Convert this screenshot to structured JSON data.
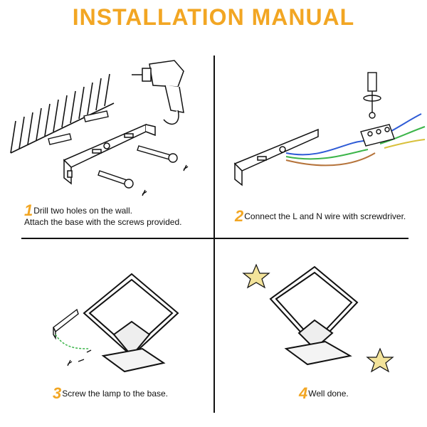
{
  "title": "INSTALLATION MANUAL",
  "colors": {
    "accent": "#f2a623",
    "ink": "#111111",
    "wire_blue": "#2e5bd6",
    "wire_green": "#3cb54a",
    "wire_brown": "#b5733a",
    "wire_yellow": "#d8c03a"
  },
  "steps": [
    {
      "number": "1",
      "line1": "Drill two holes on the wall.",
      "line2": "Attach the base with the screws provided.",
      "icon": "drill-wall-icon"
    },
    {
      "number": "2",
      "line1": "Connect the L and N wire with screwdriver.",
      "icon": "wire-connect-icon"
    },
    {
      "number": "3",
      "line1": "Screw the lamp to the base.",
      "icon": "lamp-mount-icon"
    },
    {
      "number": "4",
      "line1": "Well done.",
      "icon": "finished-lamp-icon"
    }
  ]
}
